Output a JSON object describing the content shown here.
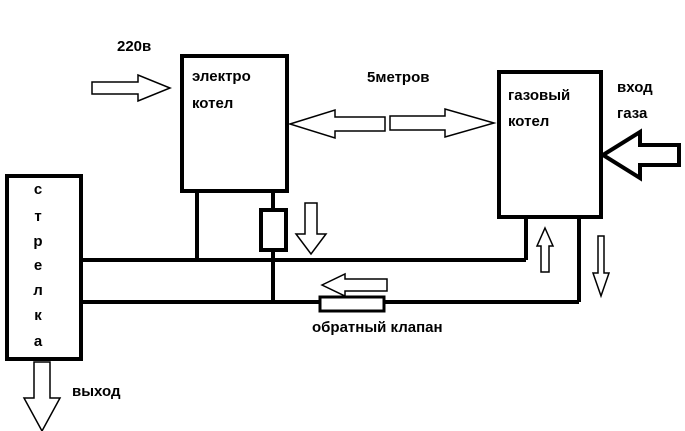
{
  "labels": {
    "power": "220в",
    "electric_boiler_line1": "электро",
    "electric_boiler_line2": "котел",
    "distance": "5метров",
    "gas_boiler_line1": "газовый",
    "gas_boiler_line2": "котел",
    "gas_inlet_line1": "вход",
    "gas_inlet_line2": "газа",
    "check_valve": "обратный клапан",
    "outlet": "выход",
    "hydro_arrow_letters": [
      "с",
      "т",
      "р",
      "е",
      "л",
      "к",
      "а"
    ]
  },
  "colors": {
    "line": "#000000",
    "background": "#ffffff"
  }
}
